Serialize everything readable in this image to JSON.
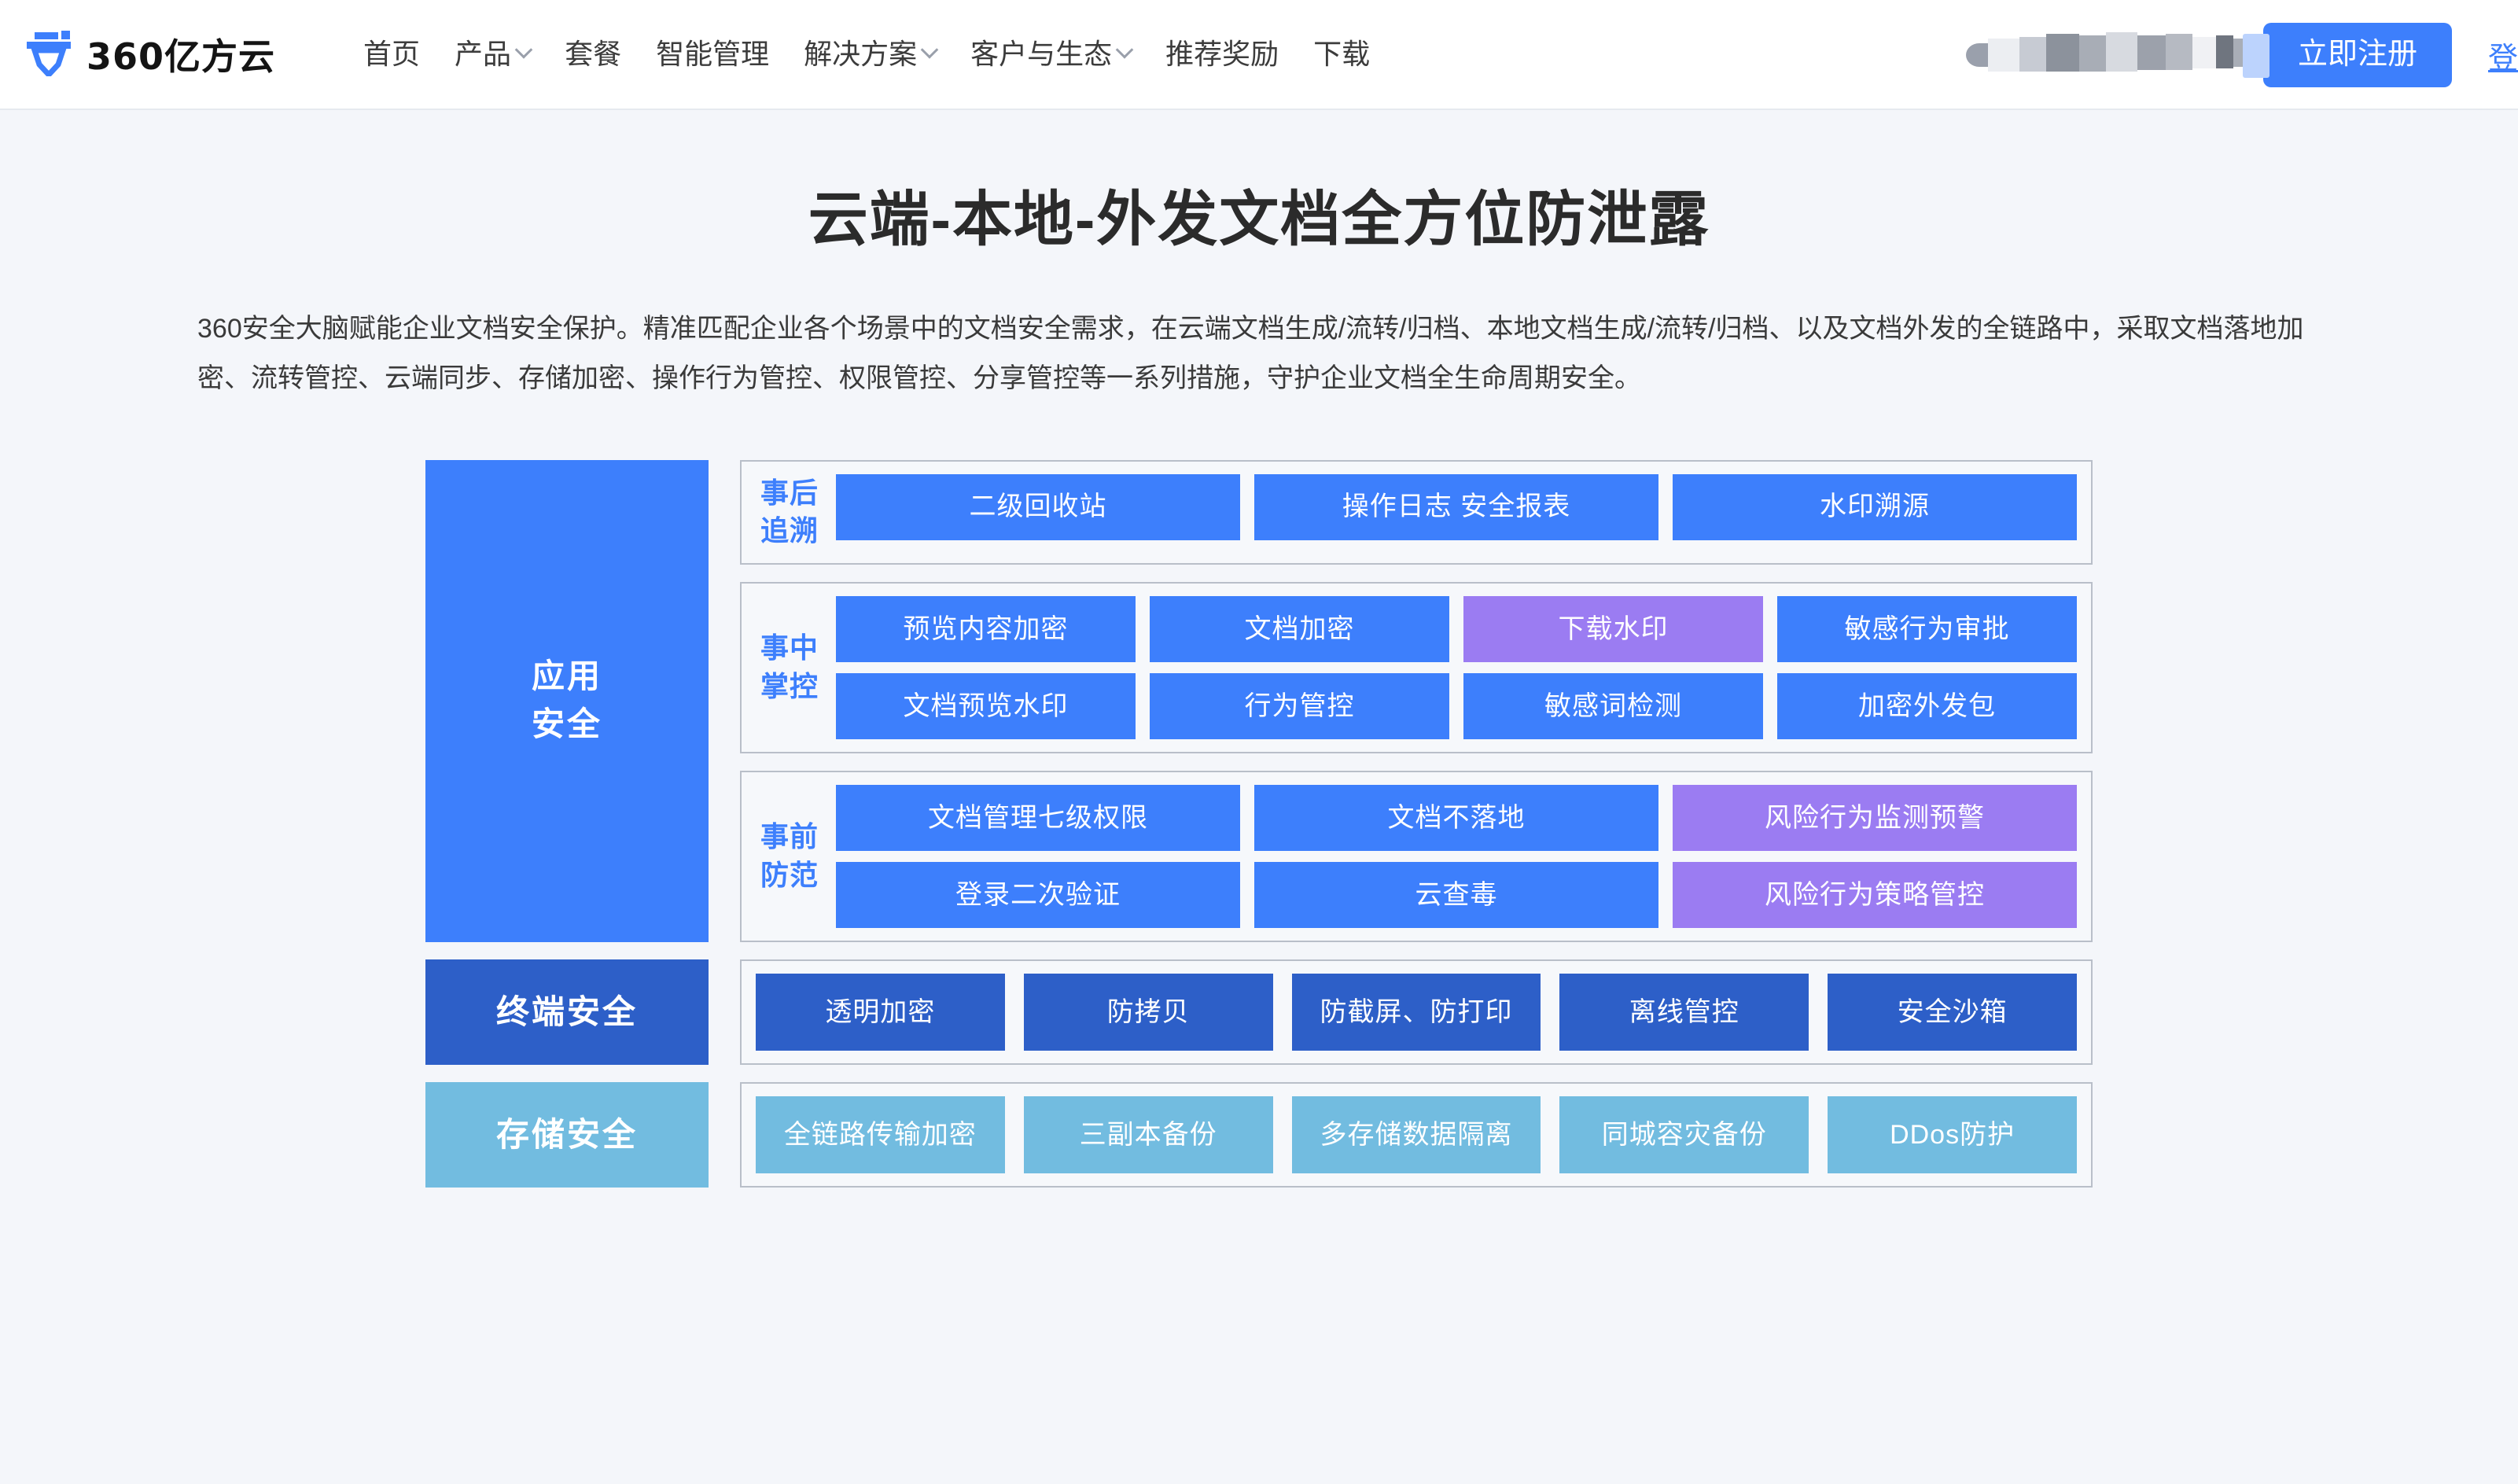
{
  "header": {
    "logo_text": "360亿方云",
    "logo_icon": "yifangyun-pen-logo-icon",
    "nav": [
      {
        "label": "首页",
        "has_dropdown": false
      },
      {
        "label": "产品",
        "has_dropdown": true
      },
      {
        "label": "套餐",
        "has_dropdown": false
      },
      {
        "label": "智能管理",
        "has_dropdown": false
      },
      {
        "label": "解决方案",
        "has_dropdown": true
      },
      {
        "label": "客户与生态",
        "has_dropdown": true
      },
      {
        "label": "推荐奖励",
        "has_dropdown": false
      },
      {
        "label": "下载",
        "has_dropdown": false
      }
    ],
    "register_label": "立即注册",
    "login_label": "登录",
    "accent_color": "#3d7ffc"
  },
  "hero": {
    "title": "云端-本地-外发文档全方位防泄露",
    "description": "360安全大脑赋能企业文档安全保护。精准匹配企业各个场景中的文档安全需求，在云端文档生成/流转/归档、本地文档生成/流转/归档、以及文档外发的全链路中，采取文档落地加密、流转管控、云端同步、存储加密、操作行为管控、权限管控、分享管控等一系列措施，守护企业文档全生命周期安全。"
  },
  "colors": {
    "blue": "#3d7ffc",
    "deep_blue": "#2d5fc8",
    "light_blue": "#72bce0",
    "purple": "#9b7cf2",
    "page_bg": "#f4f6fa",
    "group_border": "#b9bfc9"
  },
  "diagram": {
    "rows": [
      {
        "category": "应用\n安全",
        "category_name": "application-security",
        "category_color": "blue",
        "groups": [
          {
            "label": "事后\n追溯",
            "label_name": "post-incident-traceability",
            "grid": [
              [
                {
                  "label": "二级回收站",
                  "color": "blue"
                },
                {
                  "label": "操作日志   安全报表",
                  "color": "blue"
                },
                {
                  "label": "水印溯源",
                  "color": "blue"
                }
              ]
            ]
          },
          {
            "label": "事中\n掌控",
            "label_name": "in-process-control",
            "grid": [
              [
                {
                  "label": "预览内容加密",
                  "color": "blue"
                },
                {
                  "label": "文档加密",
                  "color": "blue"
                },
                {
                  "label": "下载水印",
                  "color": "purple"
                },
                {
                  "label": "敏感行为审批",
                  "color": "blue"
                }
              ],
              [
                {
                  "label": "文档预览水印",
                  "color": "blue"
                },
                {
                  "label": "行为管控",
                  "color": "blue"
                },
                {
                  "label": "敏感词检测",
                  "color": "blue"
                },
                {
                  "label": "加密外发包",
                  "color": "blue"
                }
              ]
            ]
          },
          {
            "label": "事前\n防范",
            "label_name": "pre-incident-prevention",
            "grid": [
              [
                {
                  "label": "文档管理七级权限",
                  "color": "blue"
                },
                {
                  "label": "文档不落地",
                  "color": "blue"
                },
                {
                  "label": "风险行为监测预警",
                  "color": "purple"
                }
              ],
              [
                {
                  "label": "登录二次验证",
                  "color": "blue"
                },
                {
                  "label": "云查毒",
                  "color": "blue"
                },
                {
                  "label": "风险行为策略管控",
                  "color": "purple"
                }
              ]
            ]
          }
        ]
      },
      {
        "category": "终端安全",
        "category_name": "terminal-security",
        "category_color": "deep",
        "groups": [
          {
            "label": "",
            "label_name": "terminal-security-items",
            "grid": [
              [
                {
                  "label": "透明加密",
                  "color": "deep"
                },
                {
                  "label": "防拷贝",
                  "color": "deep"
                },
                {
                  "label": "防截屏、防打印",
                  "color": "deep"
                },
                {
                  "label": "离线管控",
                  "color": "deep"
                },
                {
                  "label": "安全沙箱",
                  "color": "deep"
                }
              ]
            ]
          }
        ]
      },
      {
        "category": "存储安全",
        "category_name": "storage-security",
        "category_color": "light",
        "groups": [
          {
            "label": "",
            "label_name": "storage-security-items",
            "grid": [
              [
                {
                  "label": "全链路传输加密",
                  "color": "light"
                },
                {
                  "label": "三副本备份",
                  "color": "light"
                },
                {
                  "label": "多存储数据隔离",
                  "color": "light"
                },
                {
                  "label": "同城容灾备份",
                  "color": "light"
                },
                {
                  "label": "DDos防护",
                  "color": "light"
                }
              ]
            ]
          }
        ]
      }
    ]
  }
}
